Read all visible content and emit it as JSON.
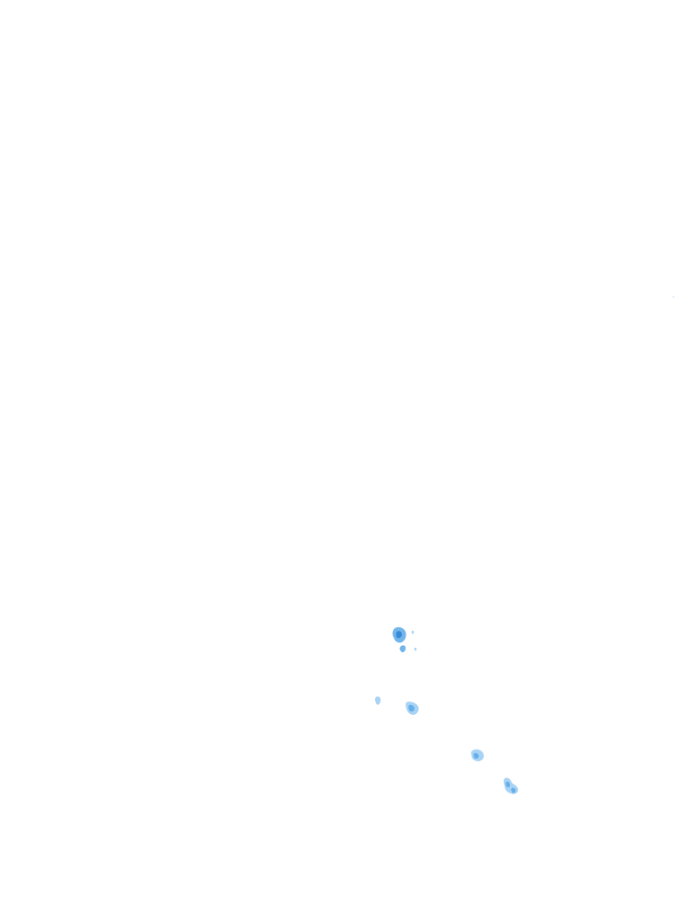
{
  "map": {
    "background_color": "#ffffff",
    "feature_colors": {
      "light": "#8cc4f0",
      "mid": "#5aa8e8",
      "dark": "#2f86d6"
    },
    "features": [
      {
        "id": "blob-1"
      },
      {
        "id": "blob-2"
      },
      {
        "id": "blob-3"
      },
      {
        "id": "blob-4"
      },
      {
        "id": "blob-5"
      },
      {
        "id": "blob-6"
      },
      {
        "id": "blob-7"
      }
    ]
  }
}
